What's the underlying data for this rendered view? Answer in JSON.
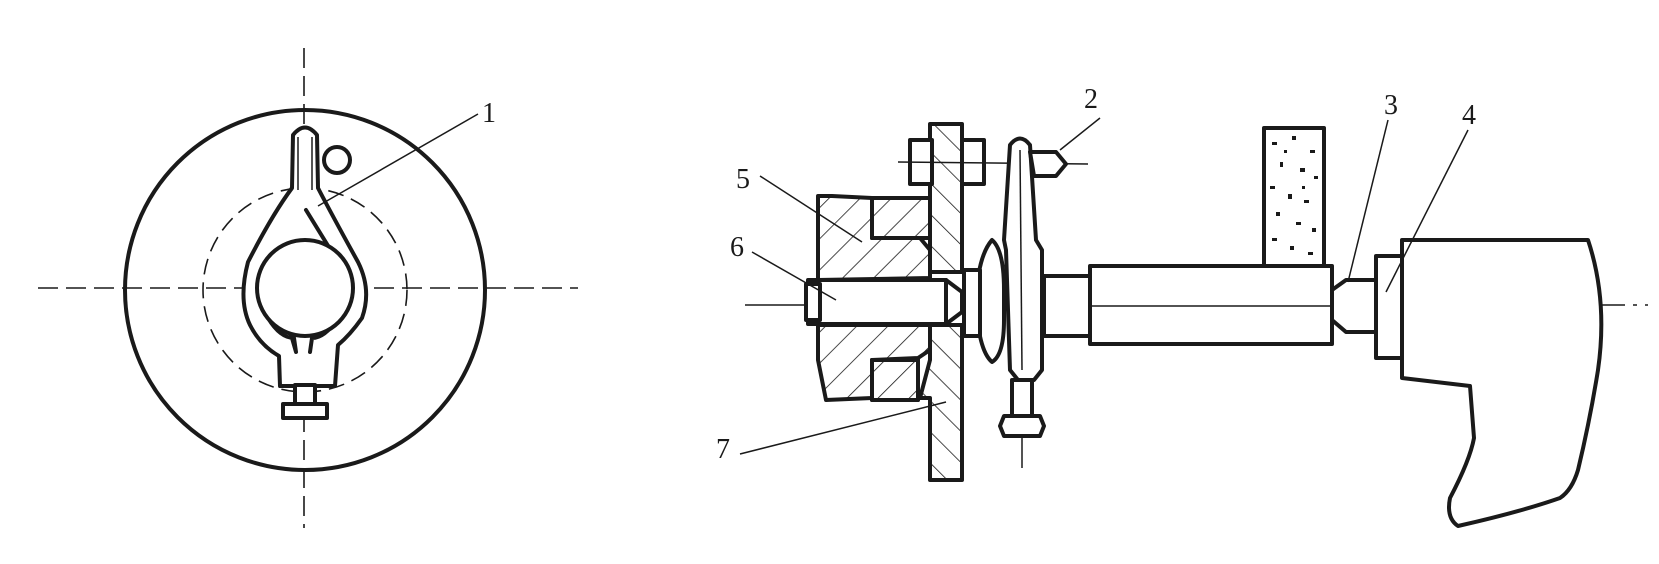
{
  "callouts": [
    {
      "id": "1",
      "text": "1"
    },
    {
      "id": "2",
      "text": "2"
    },
    {
      "id": "3",
      "text": "3"
    },
    {
      "id": "4",
      "text": "4"
    },
    {
      "id": "5",
      "text": "5"
    },
    {
      "id": "6",
      "text": "6"
    },
    {
      "id": "7",
      "text": "7"
    }
  ],
  "colors": {
    "stroke": "#1a1a1a",
    "background": "#ffffff"
  }
}
